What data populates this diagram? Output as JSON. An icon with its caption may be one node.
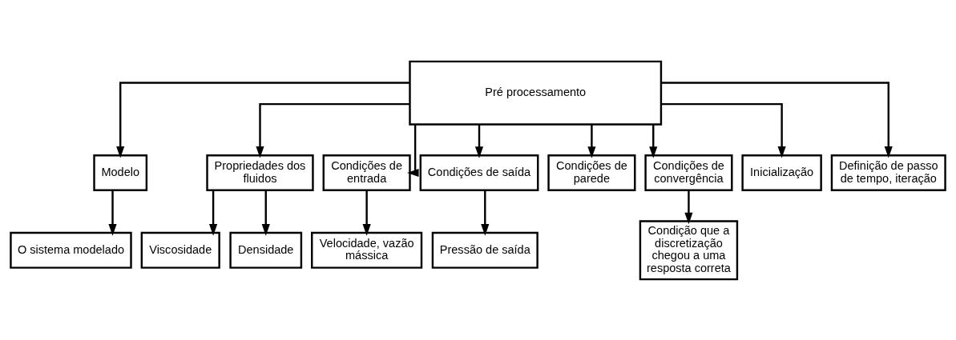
{
  "diagram": {
    "nodes": [
      {
        "text": [
          "Pré processamento"
        ]
      },
      {
        "text": [
          "Modelo"
        ]
      },
      {
        "text": [
          "Propriedades dos fluidos"
        ]
      },
      {
        "text": [
          "Condições de entrada"
        ]
      },
      {
        "text": [
          "Condições de saída"
        ]
      },
      {
        "text": [
          "Condições de parede"
        ]
      },
      {
        "text": [
          "Condições de convergência"
        ]
      },
      {
        "text": [
          "Inicialização"
        ]
      },
      {
        "text": [
          "Definição de passo de tempo, iteração"
        ]
      },
      {
        "text": [
          "O sistema modelado"
        ]
      },
      {
        "text": [
          "Viscosidade"
        ]
      },
      {
        "text": [
          "Densidade"
        ]
      },
      {
        "text": [
          "Velocidade, vazão mássica"
        ]
      },
      {
        "text": [
          "Pressão de saída"
        ]
      },
      {
        "text": [
          "Condição que a discretização chegou a uma resposta correta"
        ]
      }
    ],
    "edges": [
      {
        "from": 0,
        "to": 1,
        "arrow": "to"
      },
      {
        "from": 0,
        "to": 2,
        "arrow": "to"
      },
      {
        "from": 0,
        "to": 3,
        "arrow": "to"
      },
      {
        "from": 0,
        "to": 4,
        "arrow": "to"
      },
      {
        "from": 0,
        "to": 5,
        "arrow": "to"
      },
      {
        "from": 0,
        "to": 6,
        "arrow": "to"
      },
      {
        "from": 0,
        "to": 7,
        "arrow": "to"
      },
      {
        "from": 0,
        "to": 8,
        "arrow": "to"
      },
      {
        "from": 1,
        "to": 9,
        "arrow": "to"
      },
      {
        "from": 2,
        "to": 10,
        "arrow": "to"
      },
      {
        "from": 2,
        "to": 11,
        "arrow": "to"
      },
      {
        "from": 3,
        "to": 12,
        "arrow": "to"
      },
      {
        "from": 4,
        "to": 13,
        "arrow": "to"
      },
      {
        "from": 6,
        "to": 14,
        "arrow": "to"
      }
    ]
  }
}
